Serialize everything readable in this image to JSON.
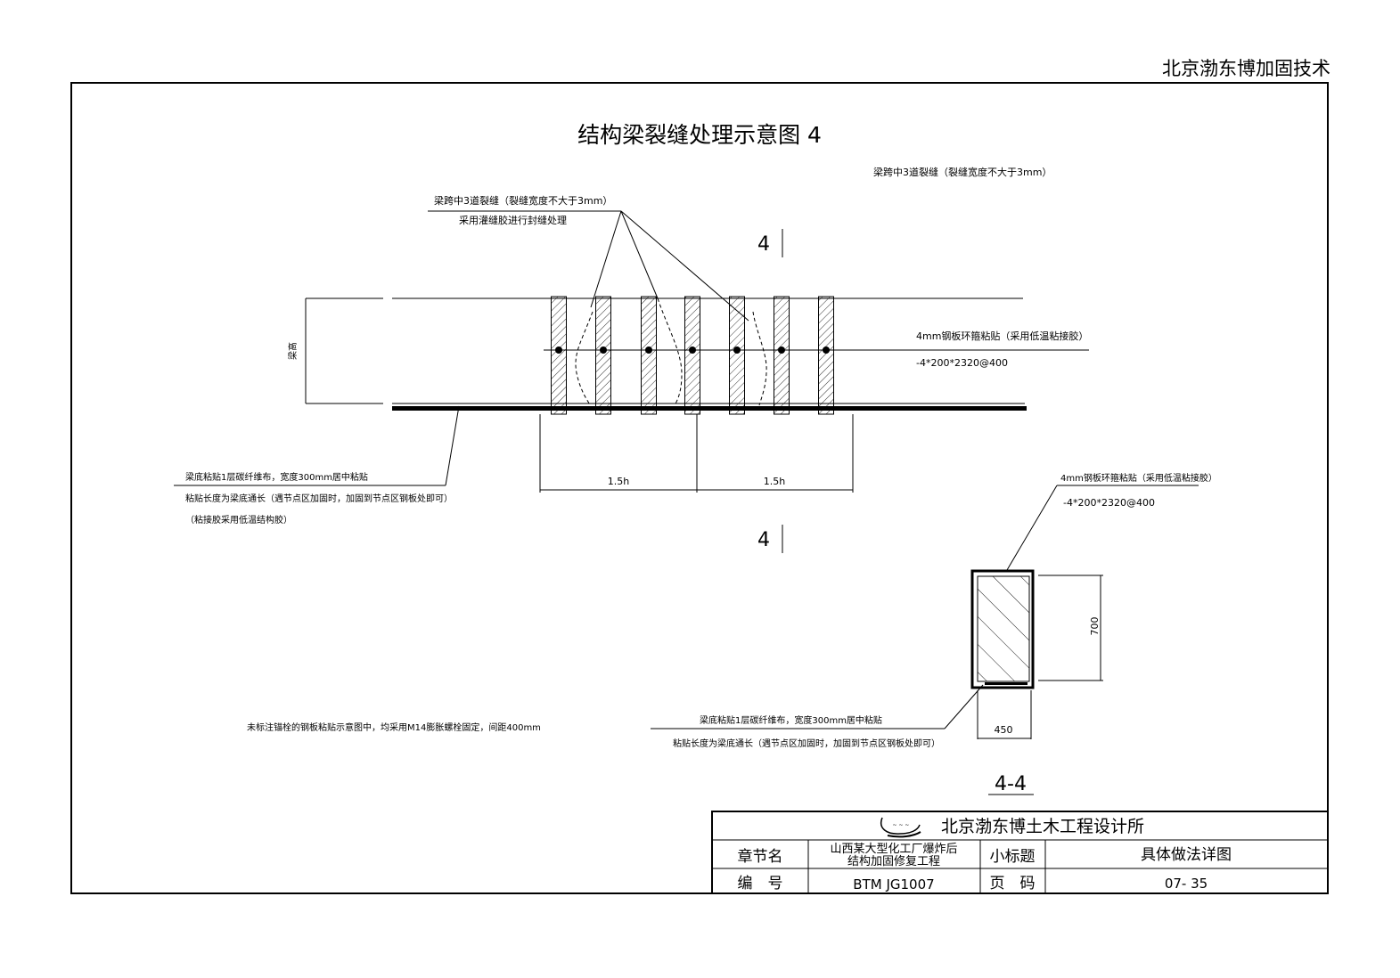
{
  "header": {
    "company_watermark": "北京渤东博加固技术"
  },
  "drawing": {
    "title": "结构梁裂缝处理示意图 4",
    "top_right_note": "梁跨中3道裂缝（裂缝宽度不大于3mm）",
    "crack_note": {
      "line1": "梁跨中3道裂缝（裂缝宽度不大于3mm）",
      "line2": "采用灌缝胶进行封缝处理"
    },
    "section_mark": "4",
    "beam_height_label": "梁高",
    "steel_plate_note": {
      "line1": "4mm钢板环箍粘贴（采用低温粘接胶）",
      "line2": "-4*200*2320@400"
    },
    "dimension_labels": [
      "1.5h",
      "1.5h"
    ],
    "fiber_note": {
      "line1": "梁底粘贴1层碳纤维布，宽度300mm居中粘贴",
      "line2": "粘贴长度为梁底通长（遇节点区加固时，加固到节点区钢板处即可）",
      "line3": "（粘接胶采用低温结构胶）"
    },
    "anchor_note": "未标注锚栓的钢板粘贴示意图中，均采用M14膨胀螺栓固定，间距400mm",
    "section": {
      "label": "4-4",
      "height_dim": "700",
      "width_dim": "450",
      "plate_note": {
        "line1": "4mm钢板环箍粘贴（采用低温粘接胶）",
        "line2": "-4*200*2320@400"
      },
      "fiber_note": {
        "line1": "梁底粘贴1层碳纤维布，宽度300mm居中粘贴",
        "line2": "粘贴长度为梁底通长（遇节点区加固时，加固到节点区钢板处即可）"
      }
    }
  },
  "title_block": {
    "firm": "北京渤东博土木工程设计所",
    "chapter_label": "章节名",
    "chapter_value_line1": "山西某大型化工厂爆炸后",
    "chapter_value_line2": "结构加固修复工程",
    "subtitle_label": "小标题",
    "subtitle_value": "具体做法详图",
    "code_label": "编　号",
    "code_value": "BTM JG1007",
    "page_label": "页　码",
    "page_value": "07- 35"
  }
}
